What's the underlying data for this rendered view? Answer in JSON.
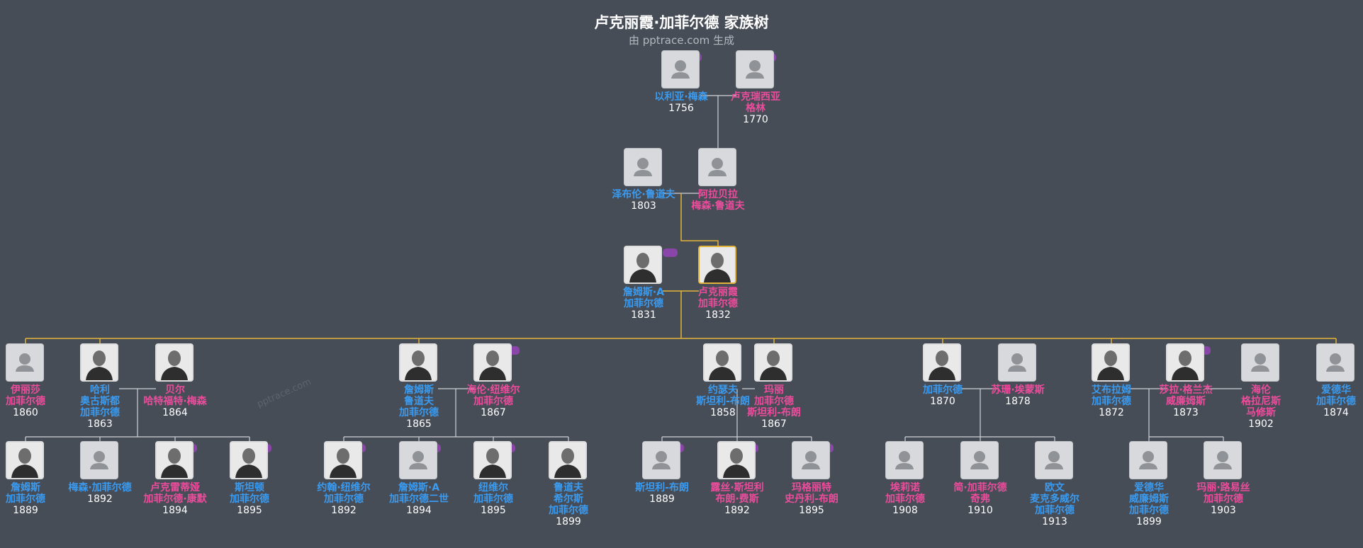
{
  "header": {
    "title": "卢克丽霞·加菲尔德 家族树",
    "subtitle": "由 pptrace.com 生成"
  },
  "watermark": "pptrace.com",
  "colors": {
    "background": "#474d57",
    "male": "#3a9bf0",
    "female": "#ec4c9c",
    "line_primary": "#e2b33b",
    "line_secondary": "#cfd2d6",
    "pill_blue": "#2f6fb5",
    "pill_purple": "#8a45a8"
  },
  "people": [
    {
      "id": "p1",
      "name": [
        "以利亚·梅森"
      ],
      "year": "1756",
      "gender": "m",
      "photo": false
    },
    {
      "id": "p2",
      "name": [
        "卢克瑞西亚",
        "格林"
      ],
      "year": "1770",
      "gender": "f",
      "photo": false
    },
    {
      "id": "p3",
      "name": [
        "泽布伦·鲁道夫"
      ],
      "year": "1803",
      "gender": "m",
      "photo": false
    },
    {
      "id": "p4",
      "name": [
        "阿拉贝拉",
        "梅森·鲁道夫"
      ],
      "year": "",
      "gender": "f",
      "photo": false
    },
    {
      "id": "p5",
      "name": [
        "詹姆斯·A",
        "加菲尔德"
      ],
      "year": "1831",
      "gender": "m",
      "photo": true
    },
    {
      "id": "p6",
      "name": [
        "卢克丽霞",
        "加菲尔德"
      ],
      "year": "1832",
      "gender": "f",
      "photo": true
    },
    {
      "id": "c1",
      "name": [
        "伊丽莎",
        "加菲尔德"
      ],
      "year": "1860",
      "gender": "f",
      "photo": false
    },
    {
      "id": "c2",
      "name": [
        "哈利",
        "奥古斯都",
        "加菲尔德"
      ],
      "year": "1863",
      "gender": "m",
      "photo": true
    },
    {
      "id": "c2s",
      "name": [
        "贝尔",
        "哈特福特·梅森"
      ],
      "year": "1864",
      "gender": "f",
      "photo": true
    },
    {
      "id": "c3",
      "name": [
        "詹姆斯",
        "鲁道夫",
        "加菲尔德"
      ],
      "year": "1865",
      "gender": "m",
      "photo": true
    },
    {
      "id": "c3s",
      "name": [
        "海伦·纽维尔",
        "加菲尔德"
      ],
      "year": "1867",
      "gender": "f",
      "photo": true
    },
    {
      "id": "c4s",
      "name": [
        "约瑟夫",
        "斯坦利-布朗"
      ],
      "year": "1858",
      "gender": "m",
      "photo": true
    },
    {
      "id": "c4",
      "name": [
        "玛丽",
        "加菲尔德",
        "斯坦利-布朗"
      ],
      "year": "1867",
      "gender": "f",
      "photo": true
    },
    {
      "id": "c5",
      "name": [
        "加菲尔德"
      ],
      "year": "1870",
      "gender": "m",
      "photo": true
    },
    {
      "id": "c5s",
      "name": [
        "苏珊·埃蒙斯"
      ],
      "year": "1878",
      "gender": "f",
      "photo": false
    },
    {
      "id": "c6",
      "name": [
        "艾布拉姆",
        "加菲尔德"
      ],
      "year": "1872",
      "gender": "m",
      "photo": true
    },
    {
      "id": "c6s",
      "name": [
        "莎拉·格兰杰",
        "威廉姆斯"
      ],
      "year": "1873",
      "gender": "f",
      "photo": true
    },
    {
      "id": "c6s2",
      "name": [
        "海伦",
        "格拉尼斯",
        "马修斯"
      ],
      "year": "1902",
      "gender": "f",
      "photo": false
    },
    {
      "id": "c7",
      "name": [
        "爱德华",
        "加菲尔德"
      ],
      "year": "1874",
      "gender": "m",
      "photo": false
    },
    {
      "id": "g1",
      "name": [
        "詹姆斯",
        "加菲尔德"
      ],
      "year": "1889",
      "gender": "m",
      "photo": true
    },
    {
      "id": "g2",
      "name": [
        "梅森·加菲尔德"
      ],
      "year": "1892",
      "gender": "m",
      "photo": false
    },
    {
      "id": "g3",
      "name": [
        "卢克雷蒂娅",
        "加菲尔德·康默"
      ],
      "year": "1894",
      "gender": "f",
      "photo": true
    },
    {
      "id": "g4",
      "name": [
        "斯坦顿",
        "加菲尔德"
      ],
      "year": "1895",
      "gender": "m",
      "photo": true
    },
    {
      "id": "g5",
      "name": [
        "约翰·纽维尔",
        "加菲尔德"
      ],
      "year": "1892",
      "gender": "m",
      "photo": true
    },
    {
      "id": "g6",
      "name": [
        "詹姆斯·A",
        "加菲尔德二世"
      ],
      "year": "1894",
      "gender": "m",
      "photo": false
    },
    {
      "id": "g7",
      "name": [
        "纽维尔",
        "加菲尔德"
      ],
      "year": "1895",
      "gender": "m",
      "photo": true
    },
    {
      "id": "g8",
      "name": [
        "鲁道夫",
        "希尔斯",
        "加菲尔德"
      ],
      "year": "1899",
      "gender": "m",
      "photo": true
    },
    {
      "id": "g9",
      "name": [
        "斯坦利-布朗"
      ],
      "year": "1889",
      "gender": "m",
      "photo": false
    },
    {
      "id": "g10",
      "name": [
        "露丝·斯坦利",
        "布朗·费斯"
      ],
      "year": "1892",
      "gender": "f",
      "photo": true
    },
    {
      "id": "g11",
      "name": [
        "玛格丽特",
        "史丹利-布朗"
      ],
      "year": "1895",
      "gender": "f",
      "photo": false
    },
    {
      "id": "g12",
      "name": [
        "埃莉诺",
        "加菲尔德"
      ],
      "year": "1908",
      "gender": "f",
      "photo": false
    },
    {
      "id": "g13",
      "name": [
        "简·加菲尔德",
        "奇弗"
      ],
      "year": "1910",
      "gender": "f",
      "photo": false
    },
    {
      "id": "g14",
      "name": [
        "欧文",
        "麦克多威尔",
        "加菲尔德"
      ],
      "year": "1913",
      "gender": "m",
      "photo": false
    },
    {
      "id": "g15",
      "name": [
        "爱德华",
        "威廉姆斯",
        "加菲尔德"
      ],
      "year": "1899",
      "gender": "m",
      "photo": false
    },
    {
      "id": "g16",
      "name": [
        "玛丽·路易丝",
        "加菲尔德"
      ],
      "year": "1903",
      "gender": "f",
      "photo": false
    }
  ]
}
